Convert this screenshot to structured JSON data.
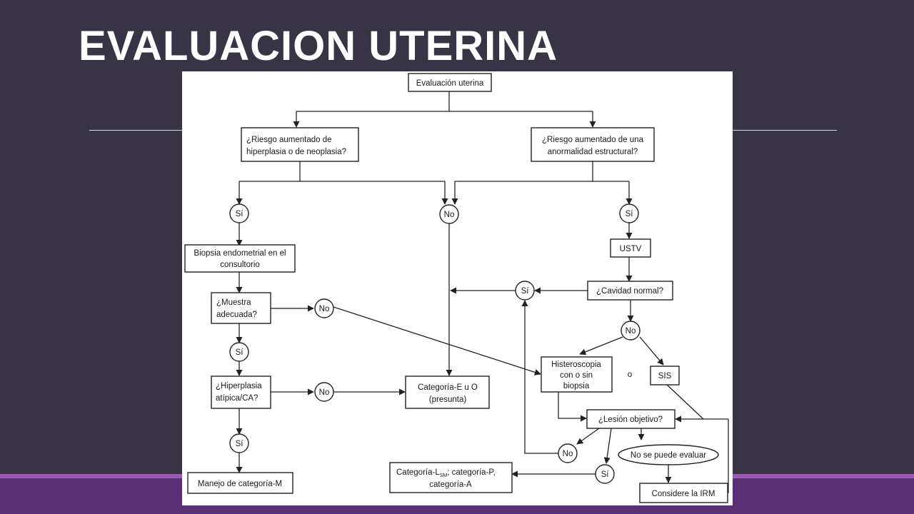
{
  "slide": {
    "title": "EVALUACION UTERINA"
  },
  "diagram": {
    "root": "Evaluación uterina",
    "q_risk_hyperplasia": [
      "¿Riesgo aumentado de",
      "hiperplasia o de neoplasia?"
    ],
    "q_risk_structural": [
      "¿Riesgo aumentado de una",
      "anormalidad estructural?"
    ],
    "yes_label": "Sí",
    "no_label": "No",
    "biopsy_office": [
      "Biopsia endometrial en el",
      "consultorio"
    ],
    "q_adequate_sample": [
      "¿Muestra",
      "adecuada?"
    ],
    "q_atypical_hyperplasia": [
      "¿Hiperplasia",
      "atípica/CA?"
    ],
    "management_m": "Manejo de categoría-M",
    "category_e_o": [
      "Categoría-E u O",
      "(presunta)"
    ],
    "ustv": "USTV",
    "q_normal_cavity": "¿Cavidad normal?",
    "hysteroscopy": [
      "Histeroscopia",
      "con o sin",
      "biopsia"
    ],
    "or_label": "o",
    "sis": "SIS",
    "q_target_lesion": "¿Lesión objetivo?",
    "cannot_evaluate": "No se puede evaluar",
    "consider_mri": "Considere la IRM",
    "category_l": {
      "line1_a": "Categoría-L",
      "line1_sub": "SM",
      "line1_b": "; categoría-P,",
      "line2": "categoría-A"
    }
  }
}
